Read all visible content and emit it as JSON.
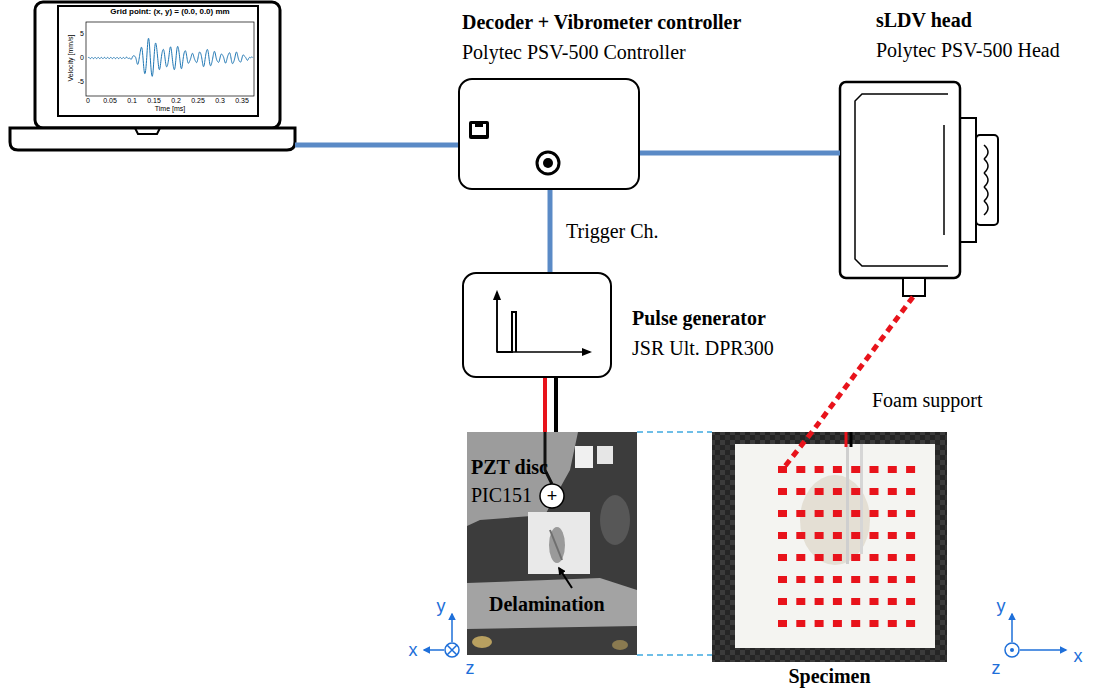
{
  "diagram": {
    "nodes": [
      {
        "text": [
          "Grid point: (x, y) = (0.0, 0.0) mm",
          "Velocity [mm/s]",
          "5",
          "0",
          "-5",
          "0",
          "0.05",
          "0.1",
          "0.15",
          "0.2",
          "0.25",
          "0.3",
          "0.35",
          "Time [ms]"
        ]
      },
      {
        "text": [
          "Decoder + Vibrometer controller",
          "Polytec PSV-500 Controller"
        ]
      },
      {
        "text": [
          "sLDV head",
          "Polytec PSV-500 Head"
        ]
      },
      {
        "text": [
          "Pulse generator",
          "JSR Ult. DPR300"
        ]
      },
      {
        "text": [
          "PZT disc",
          "PIC151",
          "+",
          "Delamination"
        ]
      },
      {
        "text": [
          "Specimen"
        ]
      }
    ],
    "edges": [
      {
        "from": 0,
        "to": 1,
        "arrow": "none"
      },
      {
        "from": 1,
        "to": 2,
        "arrow": "none"
      },
      {
        "from": 1,
        "to": 3,
        "label": "Trigger Ch.",
        "arrow": "none"
      },
      {
        "from": 3,
        "to": 4,
        "arrow": "none"
      },
      {
        "from": 2,
        "to": 5,
        "arrow": "none"
      },
      {
        "from": 4,
        "to": 5,
        "arrow": "none"
      },
      {
        "from": 4,
        "to": 5,
        "arrow": "none"
      }
    ],
    "labels": [
      "Foam support",
      "y",
      "x",
      "z",
      "y",
      "z",
      "x"
    ]
  }
}
